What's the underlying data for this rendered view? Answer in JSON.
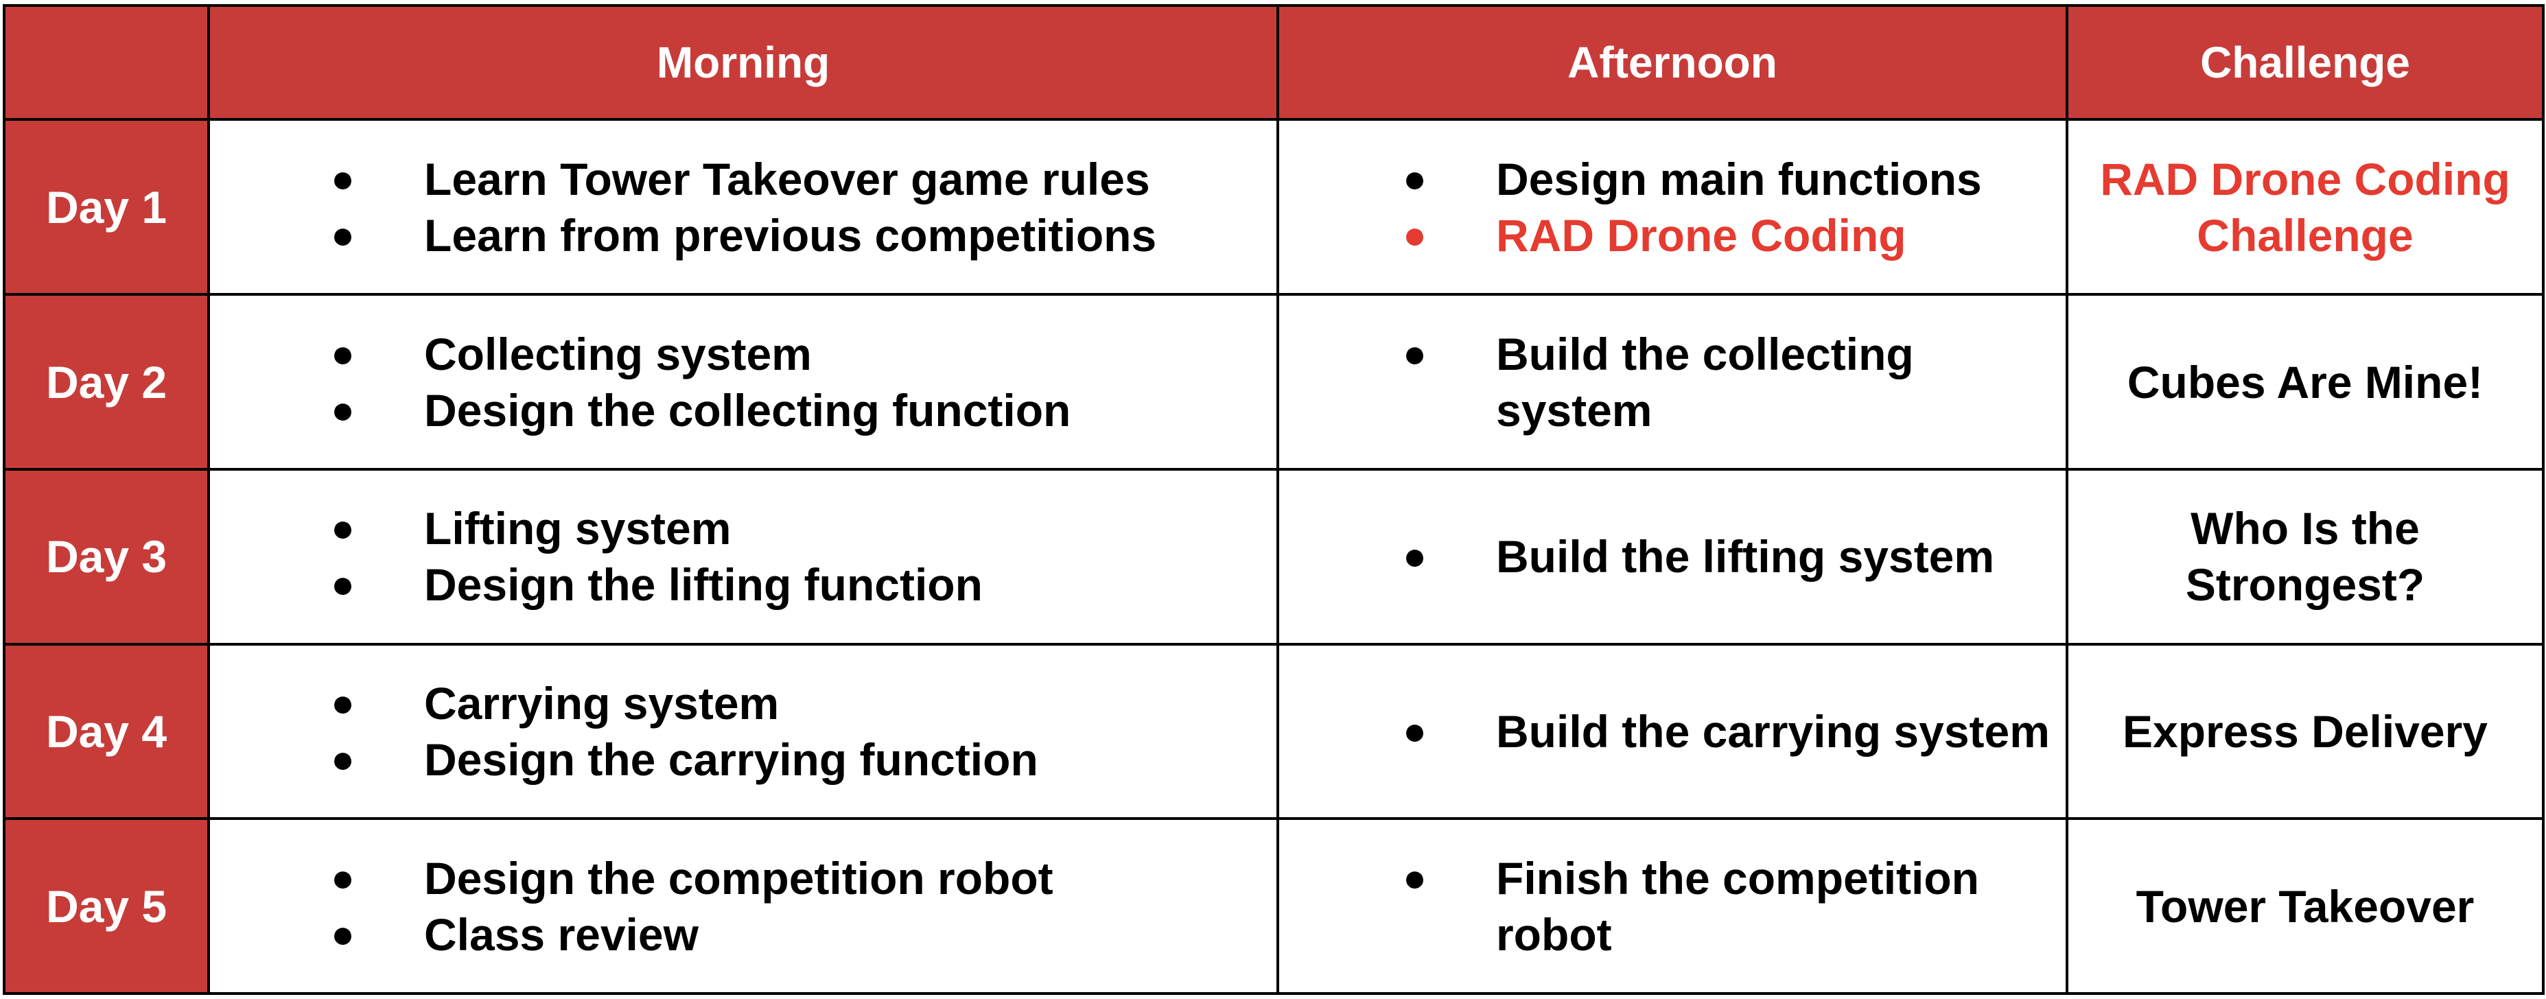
{
  "colors": {
    "header_bg": "#c73c39",
    "header_text": "#ffffff",
    "highlight_red": "#e53b30",
    "grid": "#000000"
  },
  "bullet_glyph": "●",
  "header": {
    "corner": "",
    "morning": "Morning",
    "afternoon": "Afternoon",
    "challenge": "Challenge"
  },
  "days": [
    {
      "label": "Day 1",
      "morning": [
        {
          "text": "Learn Tower Takeover game rules",
          "highlight": false
        },
        {
          "text": "Learn from previous competitions",
          "highlight": false
        }
      ],
      "afternoon": [
        {
          "text": "Design main functions",
          "highlight": false
        },
        {
          "text": "RAD Drone Coding",
          "highlight": true
        }
      ],
      "challenge": {
        "text": "RAD Drone Coding Challenge",
        "highlight": true
      }
    },
    {
      "label": "Day 2",
      "morning": [
        {
          "text": "Collecting system",
          "highlight": false
        },
        {
          "text": "Design the collecting function",
          "highlight": false
        }
      ],
      "afternoon": [
        {
          "text": "Build the collecting system",
          "highlight": false
        }
      ],
      "challenge": {
        "text": "Cubes Are Mine!",
        "highlight": false
      }
    },
    {
      "label": "Day 3",
      "morning": [
        {
          "text": "Lifting system",
          "highlight": false
        },
        {
          "text": "Design the lifting function",
          "highlight": false
        }
      ],
      "afternoon": [
        {
          "text": "Build the lifting system",
          "highlight": false
        }
      ],
      "challenge": {
        "text": "Who Is the Strongest?",
        "highlight": false
      }
    },
    {
      "label": "Day 4",
      "morning": [
        {
          "text": "Carrying system",
          "highlight": false
        },
        {
          "text": "Design the carrying function",
          "highlight": false
        }
      ],
      "afternoon": [
        {
          "text": "Build the carrying system",
          "highlight": false
        }
      ],
      "challenge": {
        "text": "Express Delivery",
        "highlight": false
      }
    },
    {
      "label": "Day 5",
      "morning": [
        {
          "text": "Design the competition robot",
          "highlight": false
        },
        {
          "text": "Class review",
          "highlight": false
        }
      ],
      "afternoon": [
        {
          "text": "Finish the competition robot",
          "highlight": false
        }
      ],
      "challenge": {
        "text": "Tower Takeover",
        "highlight": false
      }
    }
  ]
}
